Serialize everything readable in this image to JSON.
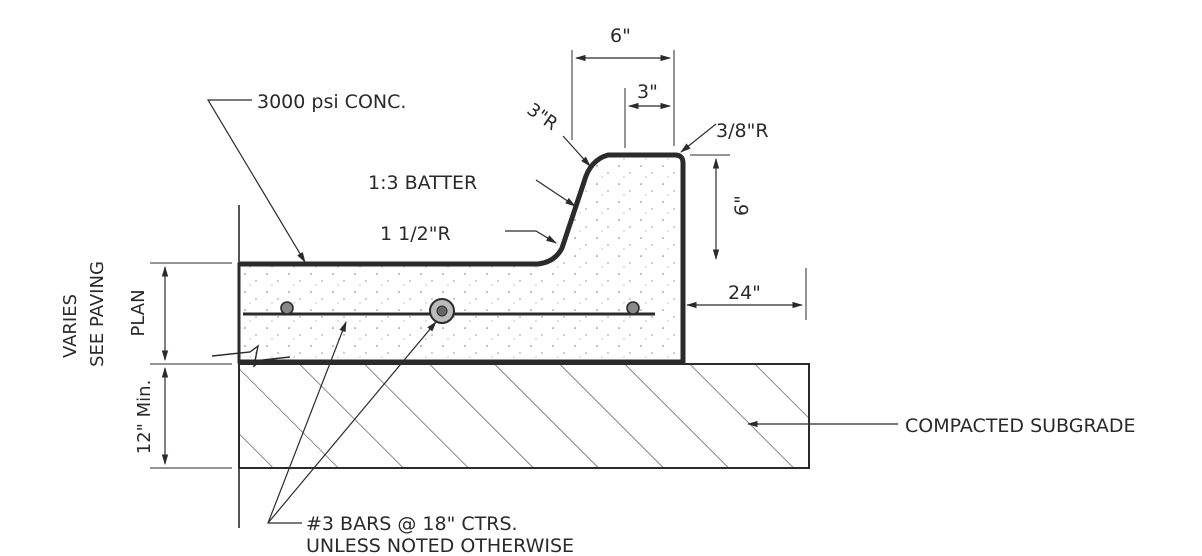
{
  "labels": {
    "concrete": "3000 psi CONC.",
    "batter": "1:3 BATTER",
    "radius_3": "3\"R",
    "radius_3_8": "3/8\"R",
    "radius_1_5": "1 1/2\"R",
    "dim_6_top": "6\"",
    "dim_3_top": "3\"",
    "dim_6_right": "6\"",
    "dim_24": "24\"",
    "varies_line1": "VARIES",
    "varies_line2": "SEE PAVING",
    "varies_line3": "PLAN",
    "min_12": "12\" Min.",
    "subgrade": "COMPACTED SUBGRADE",
    "bars_line1": "#3 BARS @ 18\" CTRS.",
    "bars_line2": "UNLESS NOTED OTHERWISE"
  }
}
